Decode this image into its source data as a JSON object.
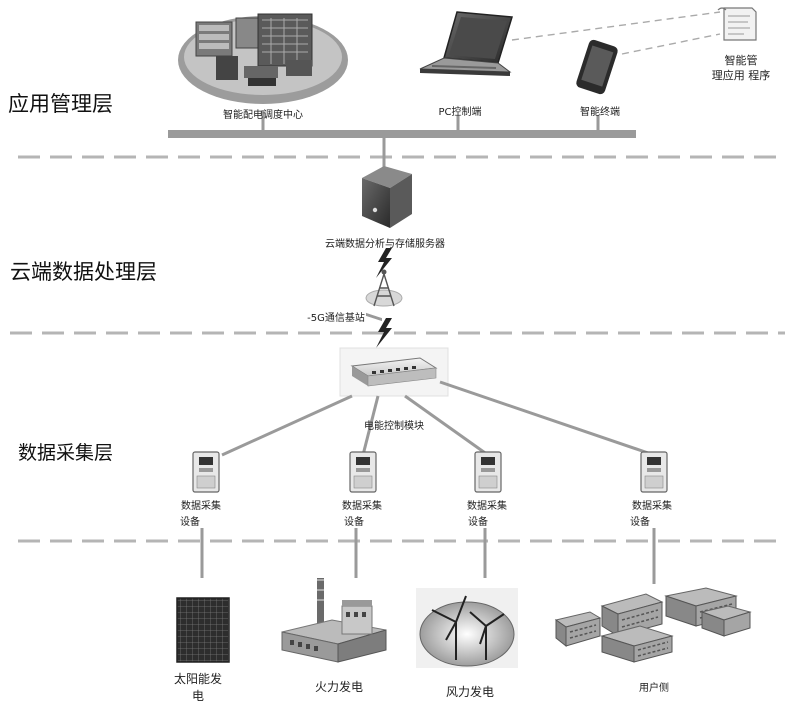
{
  "layers": {
    "app": "应用管理层",
    "cloud": "云端数据处理层",
    "collect": "数据采集层"
  },
  "app_layer": {
    "dispatch_center": "智能配电调度中心",
    "pc_client": "PC控制端",
    "smart_terminal": "智能终端",
    "mgmt_app_line1": "智能管",
    "mgmt_app_line2": "理应用 程序"
  },
  "cloud_layer": {
    "server": "云端数据分析与存储服务器",
    "base_station": "-5G通信基站"
  },
  "collect_layer": {
    "control_module": "电能控制模块",
    "collectors": [
      {
        "line1": "数据采集",
        "line2": "设备"
      },
      {
        "line1": "数据采集",
        "line2": "设备"
      },
      {
        "line1": "数据采集",
        "line2": "设备"
      },
      {
        "line1": "数据采集",
        "line2": "设备"
      }
    ]
  },
  "sources": {
    "solar_line1": "太阳能发",
    "solar_line2": "电",
    "thermal": "火力发电",
    "wind": "风力发电",
    "user": "用户侧"
  },
  "colors": {
    "bus": "#9a9a9a",
    "separator": "#b5b5b5",
    "device_dark": "#333333"
  }
}
